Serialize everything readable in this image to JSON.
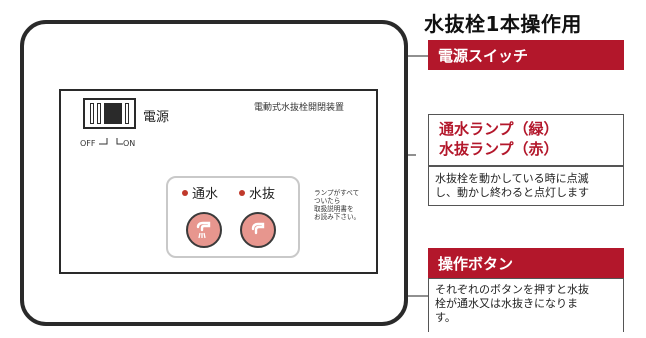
{
  "title": "水抜栓1本操作用",
  "device": {
    "title": "電動式水抜栓開閉装置",
    "power_label": "電源",
    "off_label": "OFF",
    "on_label": "ON",
    "lamp_water_label": "通水",
    "lamp_drain_label": "水抜",
    "notice_lines": [
      "ランプがすべて",
      "ついたら",
      "取扱説明書を",
      "お読み下さい。"
    ]
  },
  "callouts": {
    "power_switch": {
      "title": "電源スイッチ"
    },
    "lamps": {
      "title_line1": "通水ランプ（緑）",
      "title_line2": "水抜ランプ（赤）",
      "desc_line1": "水抜栓を動かしている時に点滅",
      "desc_line2": "し、動かし終わると点灯します"
    },
    "buttons": {
      "title": "操作ボタン",
      "desc_line1": "それぞれのボタンを押すと水抜",
      "desc_line2": "栓が通水又は水抜きになりま",
      "desc_line3": "す。"
    }
  },
  "colors": {
    "accent_red": "#b3172b",
    "button_fill": "#e7968e",
    "lamp": "#c0392b"
  }
}
